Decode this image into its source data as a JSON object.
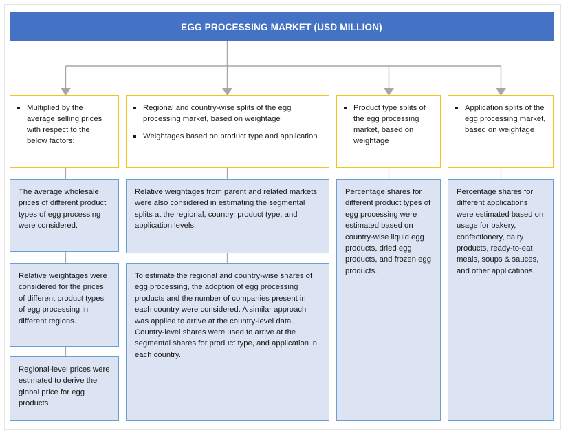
{
  "header": {
    "title": "EGG PROCESSING MARKET (USD MILLION)"
  },
  "colors": {
    "header_bg": "#4472c4",
    "header_text": "#ffffff",
    "yellow_border": "#f0c419",
    "blue_border": "#6a9fd4",
    "blue_fill": "#dce3f2",
    "connector": "#a6a6a6",
    "frame": "#e4e4e4",
    "body_text": "#1a1a1a"
  },
  "columns": [
    {
      "id": "column-1",
      "yellow_box": {
        "bullets": [
          "Multiplied by the average selling prices with respect to the below factors:"
        ]
      },
      "blue_boxes": [
        {
          "text": "The average wholesale prices of different product types of egg processing were considered."
        },
        {
          "text": "Relative weightages were considered for the prices of different product types of egg processing in different regions."
        },
        {
          "text": "Regional-level prices were estimated to derive the global price for egg products."
        }
      ]
    },
    {
      "id": "column-2",
      "yellow_box": {
        "bullets": [
          "Regional and country-wise splits of the egg processing market, based on weightage",
          "Weightages based on product type and application"
        ]
      },
      "blue_boxes": [
        {
          "text": "Relative weightages from parent and related markets were also considered in estimating the segmental splits at the regional, country, product type, and application levels."
        },
        {
          "text": "To estimate the regional and country-wise shares of egg processing, the adoption of egg processing products and the number of companies present in each country were considered. A similar approach was applied to arrive at the country-level data. Country-level shares were used to arrive at the segmental shares for product type, and application in each country."
        }
      ]
    },
    {
      "id": "column-3",
      "yellow_box": {
        "bullets": [
          "Product type splits of the egg processing market, based on weightage"
        ]
      },
      "blue_boxes": [
        {
          "text": "Percentage shares for different product types of egg processing were estimated based on country-wise liquid egg products, dried egg products, and frozen egg products."
        }
      ]
    },
    {
      "id": "column-4",
      "yellow_box": {
        "bullets": [
          "Application splits of the egg processing market, based on weightage"
        ]
      },
      "blue_boxes": [
        {
          "text": "Percentage shares for different applications were estimated based on usage for bakery, confectionery, dairy products, ready-to-eat meals, soups & sauces, and other applications."
        }
      ]
    }
  ]
}
